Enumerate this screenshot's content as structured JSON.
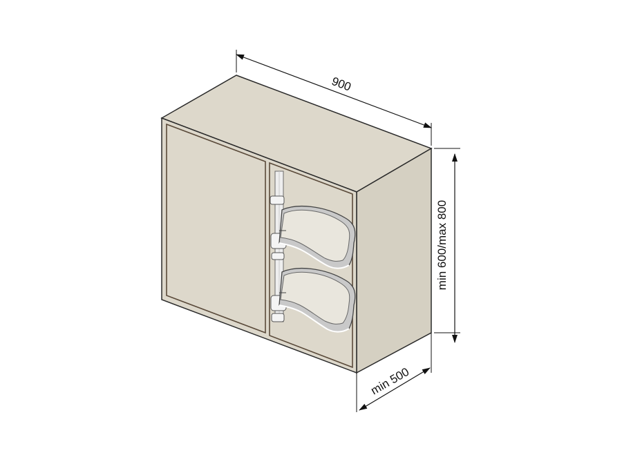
{
  "dimensions": {
    "width_label": "900",
    "height_label": "min 600/max 800",
    "depth_label": "min 500"
  },
  "colors": {
    "cabinet_fill": "#ddd8cb",
    "cabinet_stroke": "#2a2a2a",
    "inner_line": "#5a4a3a",
    "tray_rim": "#b8b8b8",
    "tray_edge": "#ffffff",
    "pole": "#e8e8e8"
  },
  "icons": {
    "cabinet": "corner-wall-cabinet-icon",
    "carousel": "swing-tray-carousel-icon"
  }
}
